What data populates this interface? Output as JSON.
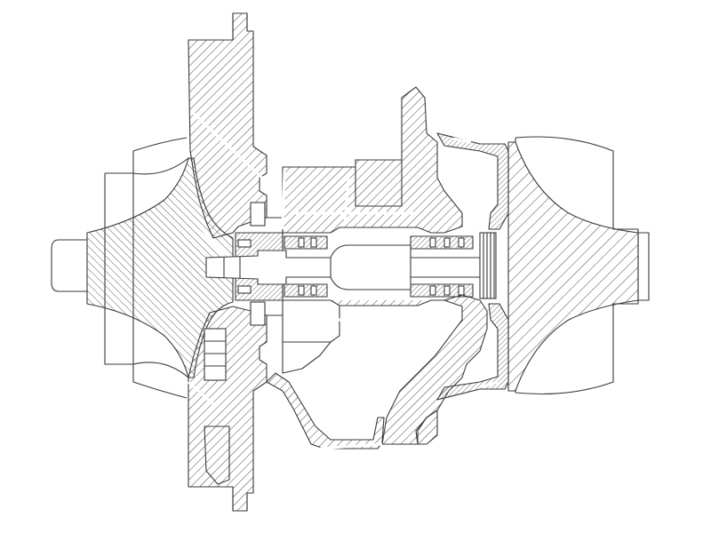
{
  "diagram": {
    "kind": "turbocharger-cross-section",
    "background": "#ffffff",
    "line_color": "#3a3a3a",
    "hatch_color": "#4a4a4a",
    "parts": [
      "compressor-wheel",
      "compressor-back-plate",
      "thrust-bearing",
      "bearing-housing",
      "shaft",
      "journal-bearing",
      "piston-ring-seal",
      "heat-shield",
      "turbine-wheel",
      "oil-outlet"
    ]
  }
}
